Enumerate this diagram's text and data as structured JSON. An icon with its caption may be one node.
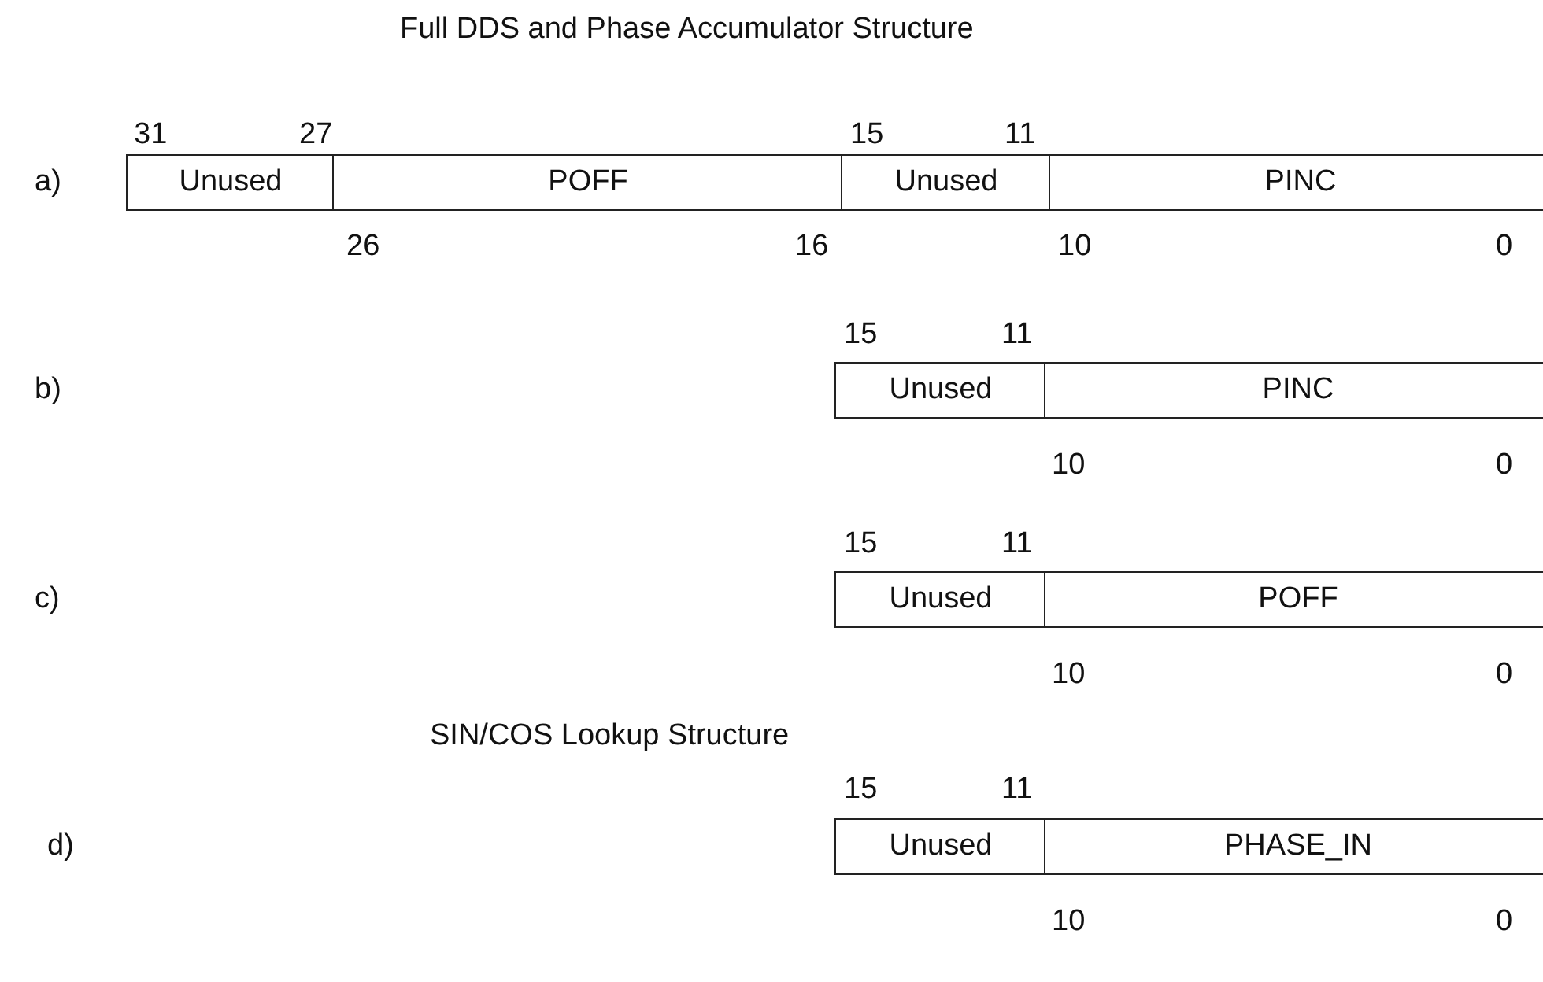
{
  "diagram": {
    "title": "Full DDS and Phase Accumulator Structure",
    "nodes": [
      {
        "text": [
          "Unused"
        ]
      },
      {
        "text": [
          "POFF"
        ]
      },
      {
        "text": [
          "Unused"
        ]
      },
      {
        "text": [
          "PINC"
        ]
      },
      {
        "text": [
          "Unused"
        ]
      },
      {
        "text": [
          "PINC"
        ]
      },
      {
        "text": [
          "Unused"
        ]
      },
      {
        "text": [
          "POFF"
        ]
      },
      {
        "text": [
          "Unused"
        ]
      },
      {
        "text": [
          "PHASE_IN"
        ]
      }
    ],
    "labels": [
      "31",
      "27",
      "15",
      "11",
      "a)",
      "26",
      "16",
      "10",
      "0",
      "15",
      "11",
      "b)",
      "10",
      "0",
      "15",
      "11",
      "c)",
      "10",
      "0",
      "SIN/COS Lookup Structure",
      "15",
      "11",
      "d)",
      "10",
      "0"
    ]
  }
}
